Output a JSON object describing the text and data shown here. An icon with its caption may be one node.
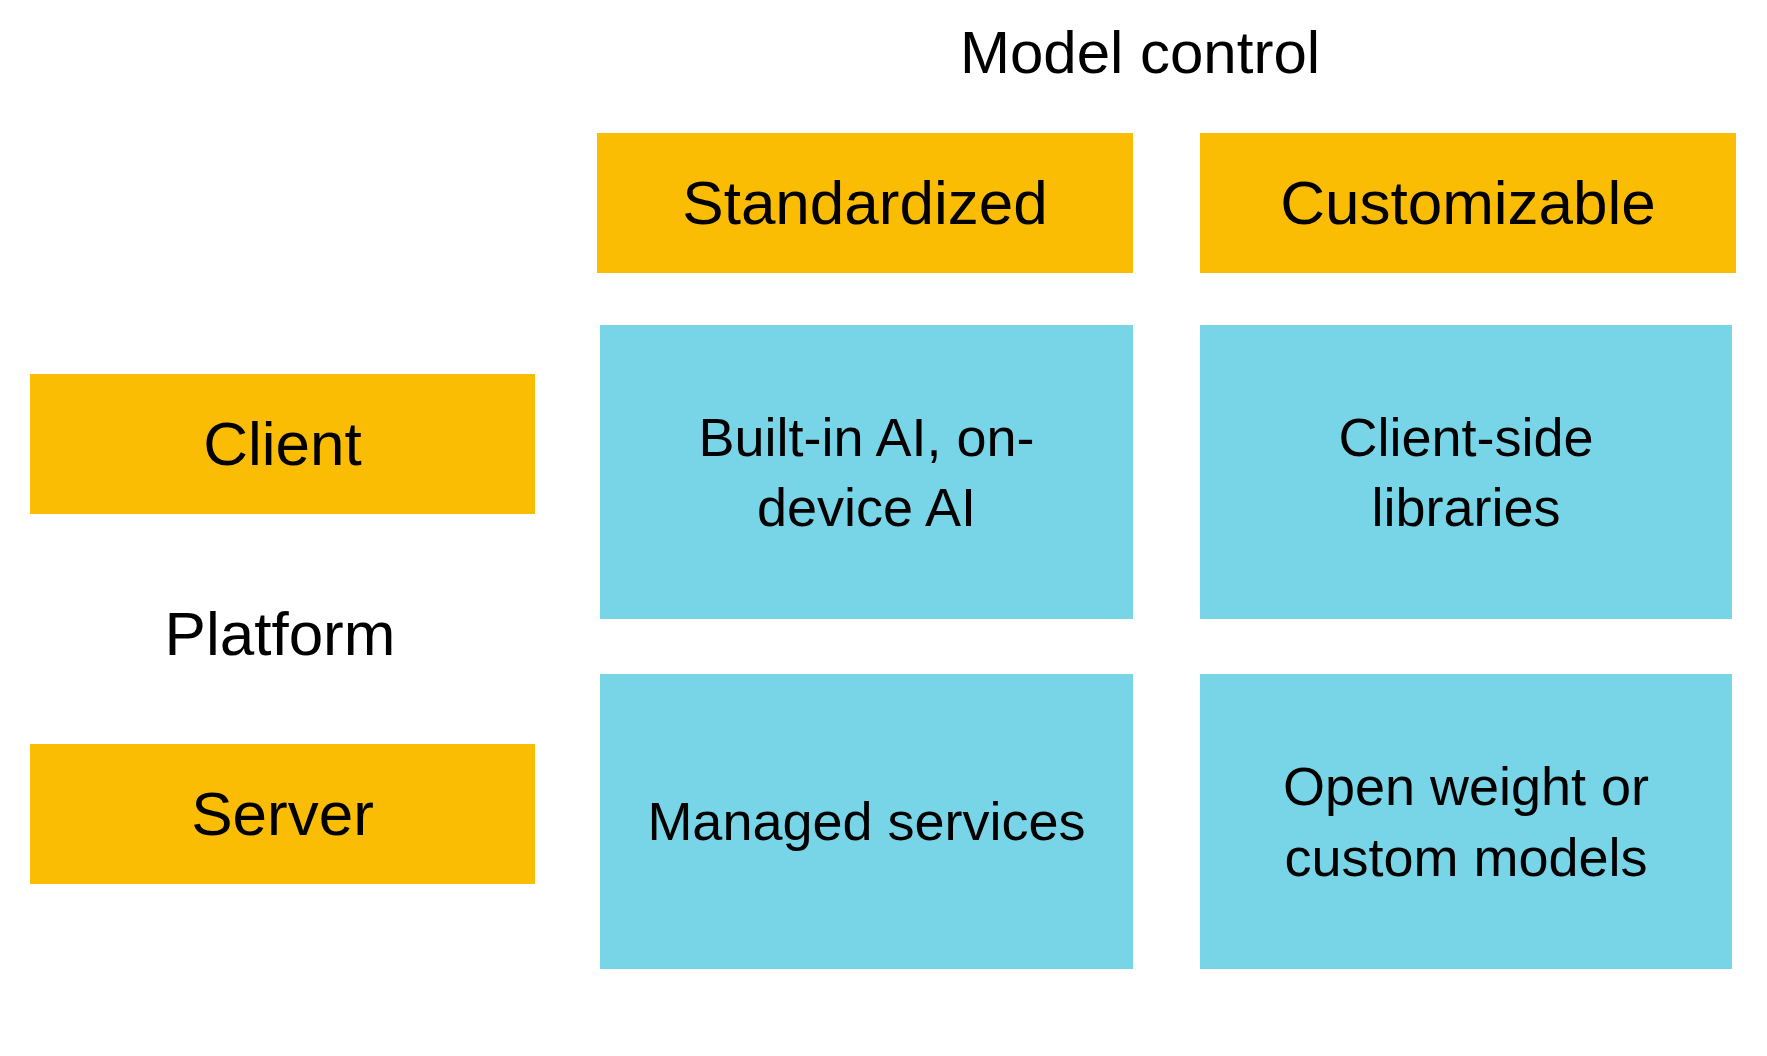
{
  "diagram": {
    "title": "Model control",
    "nodes": [
      {
        "text": [
          "Standardized"
        ]
      },
      {
        "text": [
          "Customizable"
        ]
      },
      {
        "text": [
          "Client"
        ]
      },
      {
        "text": [
          "Built-in AI, on-device AI"
        ]
      },
      {
        "text": [
          "Client-side libraries"
        ]
      },
      {
        "text": [
          "Server"
        ]
      },
      {
        "text": [
          "Managed services"
        ]
      },
      {
        "text": [
          "Open weight or custom models"
        ]
      }
    ],
    "labels": [
      "Platform"
    ]
  }
}
